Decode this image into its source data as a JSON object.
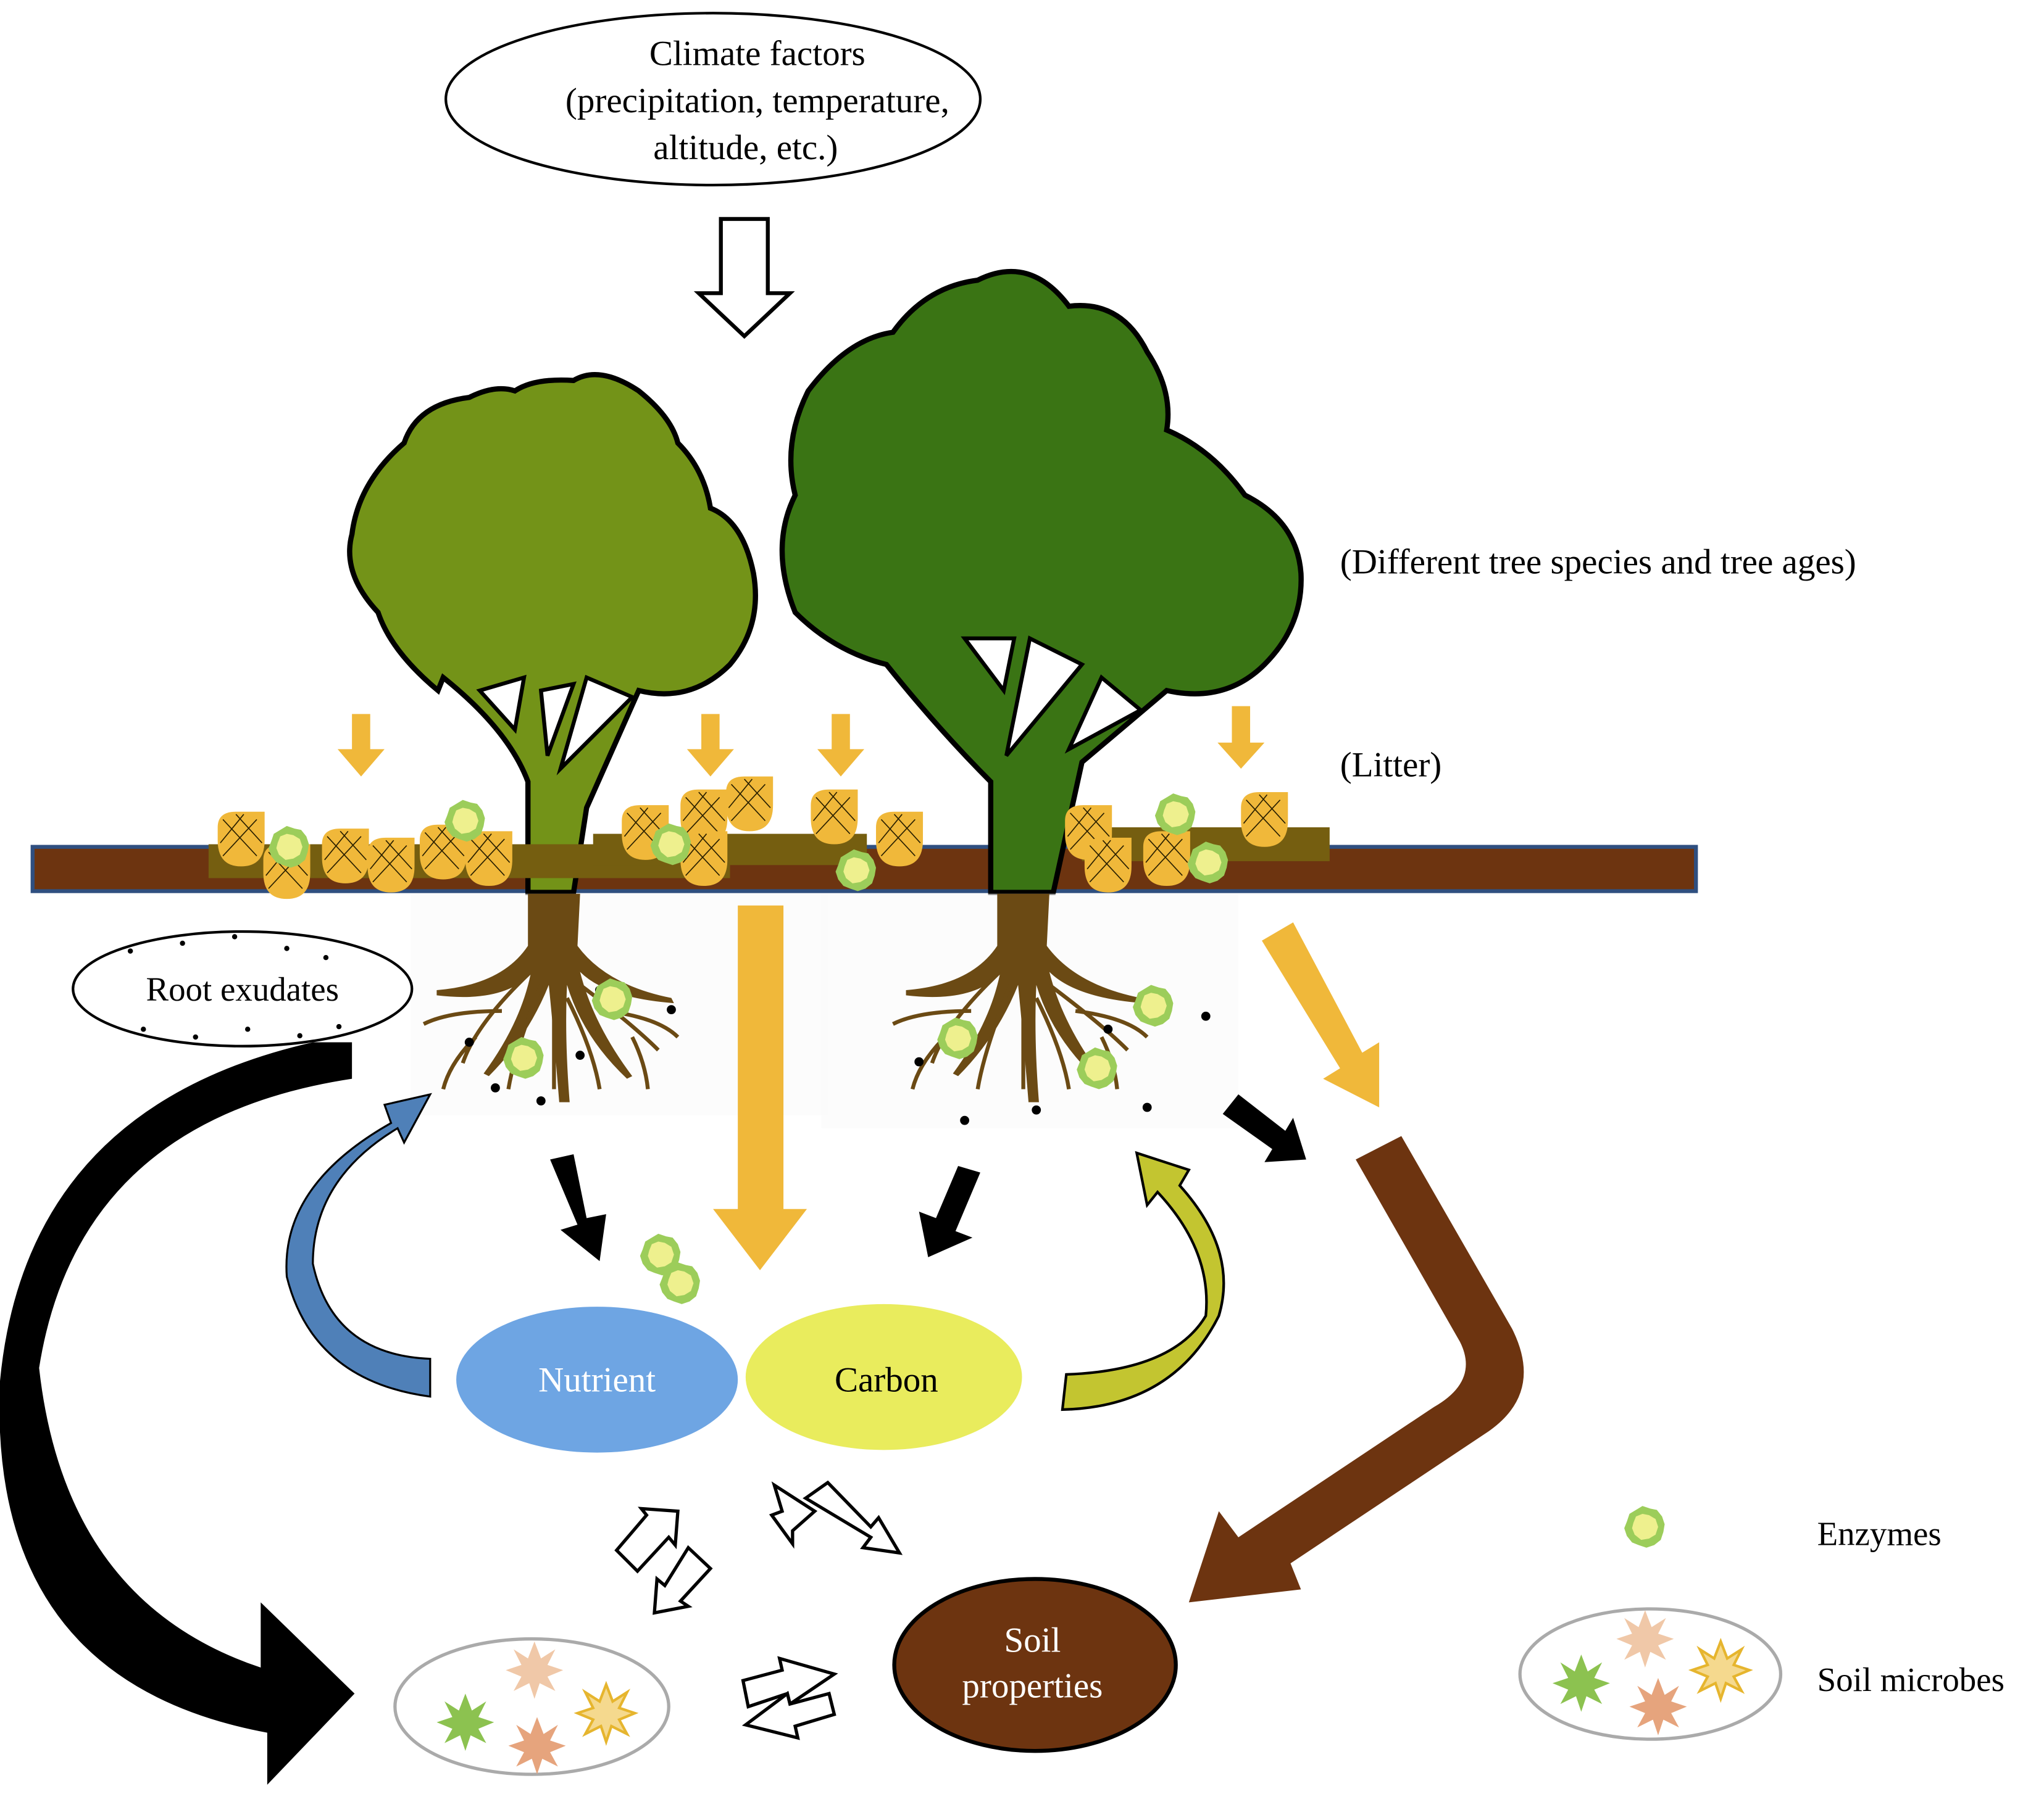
{
  "climate": {
    "line1": "Climate factors",
    "line2": "(precipitation, temperature,",
    "line3": "altitude, etc.)"
  },
  "labels": {
    "trees": "(Different tree species and tree ages)",
    "litter": "(Litter)",
    "root_exudates": "Root exudates",
    "nutrient": "Nutrient",
    "carbon": "Carbon",
    "soil_line1": "Soil",
    "soil_line2": "properties"
  },
  "legend": {
    "enzymes": "Enzymes",
    "soil_microbes": "Soil microbes"
  },
  "colors": {
    "tree_light": "#739318",
    "tree_dark": "#3a7414",
    "litter": "#f0b83a",
    "soil": "#6d3410",
    "soil_border": "#2f4f80",
    "nutrient": "#6ea5e3",
    "carbon": "#e9ec5d",
    "root": "#6b4a14",
    "enzyme_fill": "#eef08e",
    "enzyme_ring": "#9ccd5a"
  }
}
